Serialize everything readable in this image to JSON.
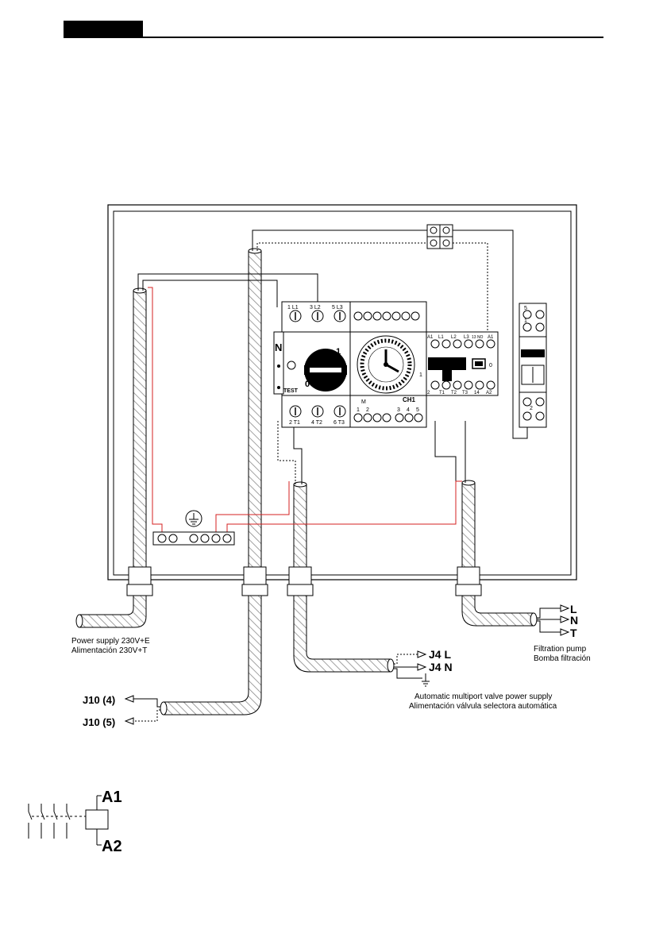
{
  "header": {
    "tab_color": "#000000"
  },
  "breaker": {
    "top_terminals": [
      "1 L1",
      "3 L2",
      "5 L3"
    ],
    "bottom_terminals": [
      "2 T1",
      "4 T2",
      "6 T3"
    ],
    "side_label": "N",
    "test_label": "TEST",
    "pos_on": "1",
    "pos_off": "0"
  },
  "timer": {
    "m_label": "M",
    "m_terms": [
      "1",
      "2"
    ],
    "ch_label": "CH1",
    "ch_terms": [
      "3",
      "4",
      "5"
    ]
  },
  "contactor": {
    "top_labels": [
      "A1",
      "L1",
      "L2",
      "L3",
      "13 NO",
      "A1"
    ],
    "bottom_labels": [
      "2",
      "T1",
      "T2",
      "T3",
      "14",
      "A2"
    ],
    "pos_on": "1",
    "pos_off": "0"
  },
  "fuse": {
    "top_label": "5",
    "mid_label": "1",
    "bottom_label": "2"
  },
  "labels": {
    "power_en": "Power supply 230V+E",
    "power_es": "Alimentación 230V+T",
    "pump_en": "Filtration pump",
    "pump_es": "Bomba filtración",
    "pump_L": "L",
    "pump_N": "N",
    "pump_T": "T",
    "j4_L": "J4 L",
    "j4_N": "J4 N",
    "valve_en": "Automatic multiport valve power supply",
    "valve_es": "Alimentación válvula selectora automática",
    "j10_4": "J10 (4)",
    "j10_5": "J10 (5)",
    "coil_a1": "A1",
    "coil_a2": "A2"
  },
  "colors": {
    "red_wire": "#d42020",
    "black": "#000000",
    "hatch": "#9a9a9a"
  }
}
